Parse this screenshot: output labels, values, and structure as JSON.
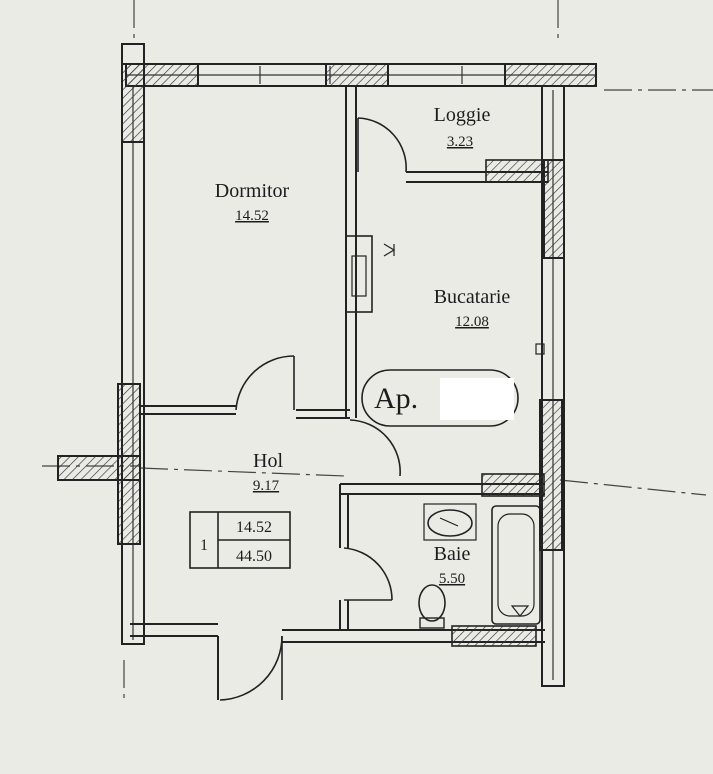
{
  "plan": {
    "rooms": [
      {
        "id": "loggia",
        "name": "Loggie",
        "area": "3.23"
      },
      {
        "id": "bedroom",
        "name": "Dormitor",
        "area": "14.52"
      },
      {
        "id": "kitchen",
        "name": "Bucatarie",
        "area": "12.08"
      },
      {
        "id": "hall",
        "name": "Hol",
        "area": "9.17"
      },
      {
        "id": "bathroom",
        "name": "Baie",
        "area": "5.50"
      }
    ],
    "apartment_label": "Ap.",
    "summary": {
      "rooms": "1",
      "living_area": "14.52",
      "total_area": "44.50"
    }
  }
}
